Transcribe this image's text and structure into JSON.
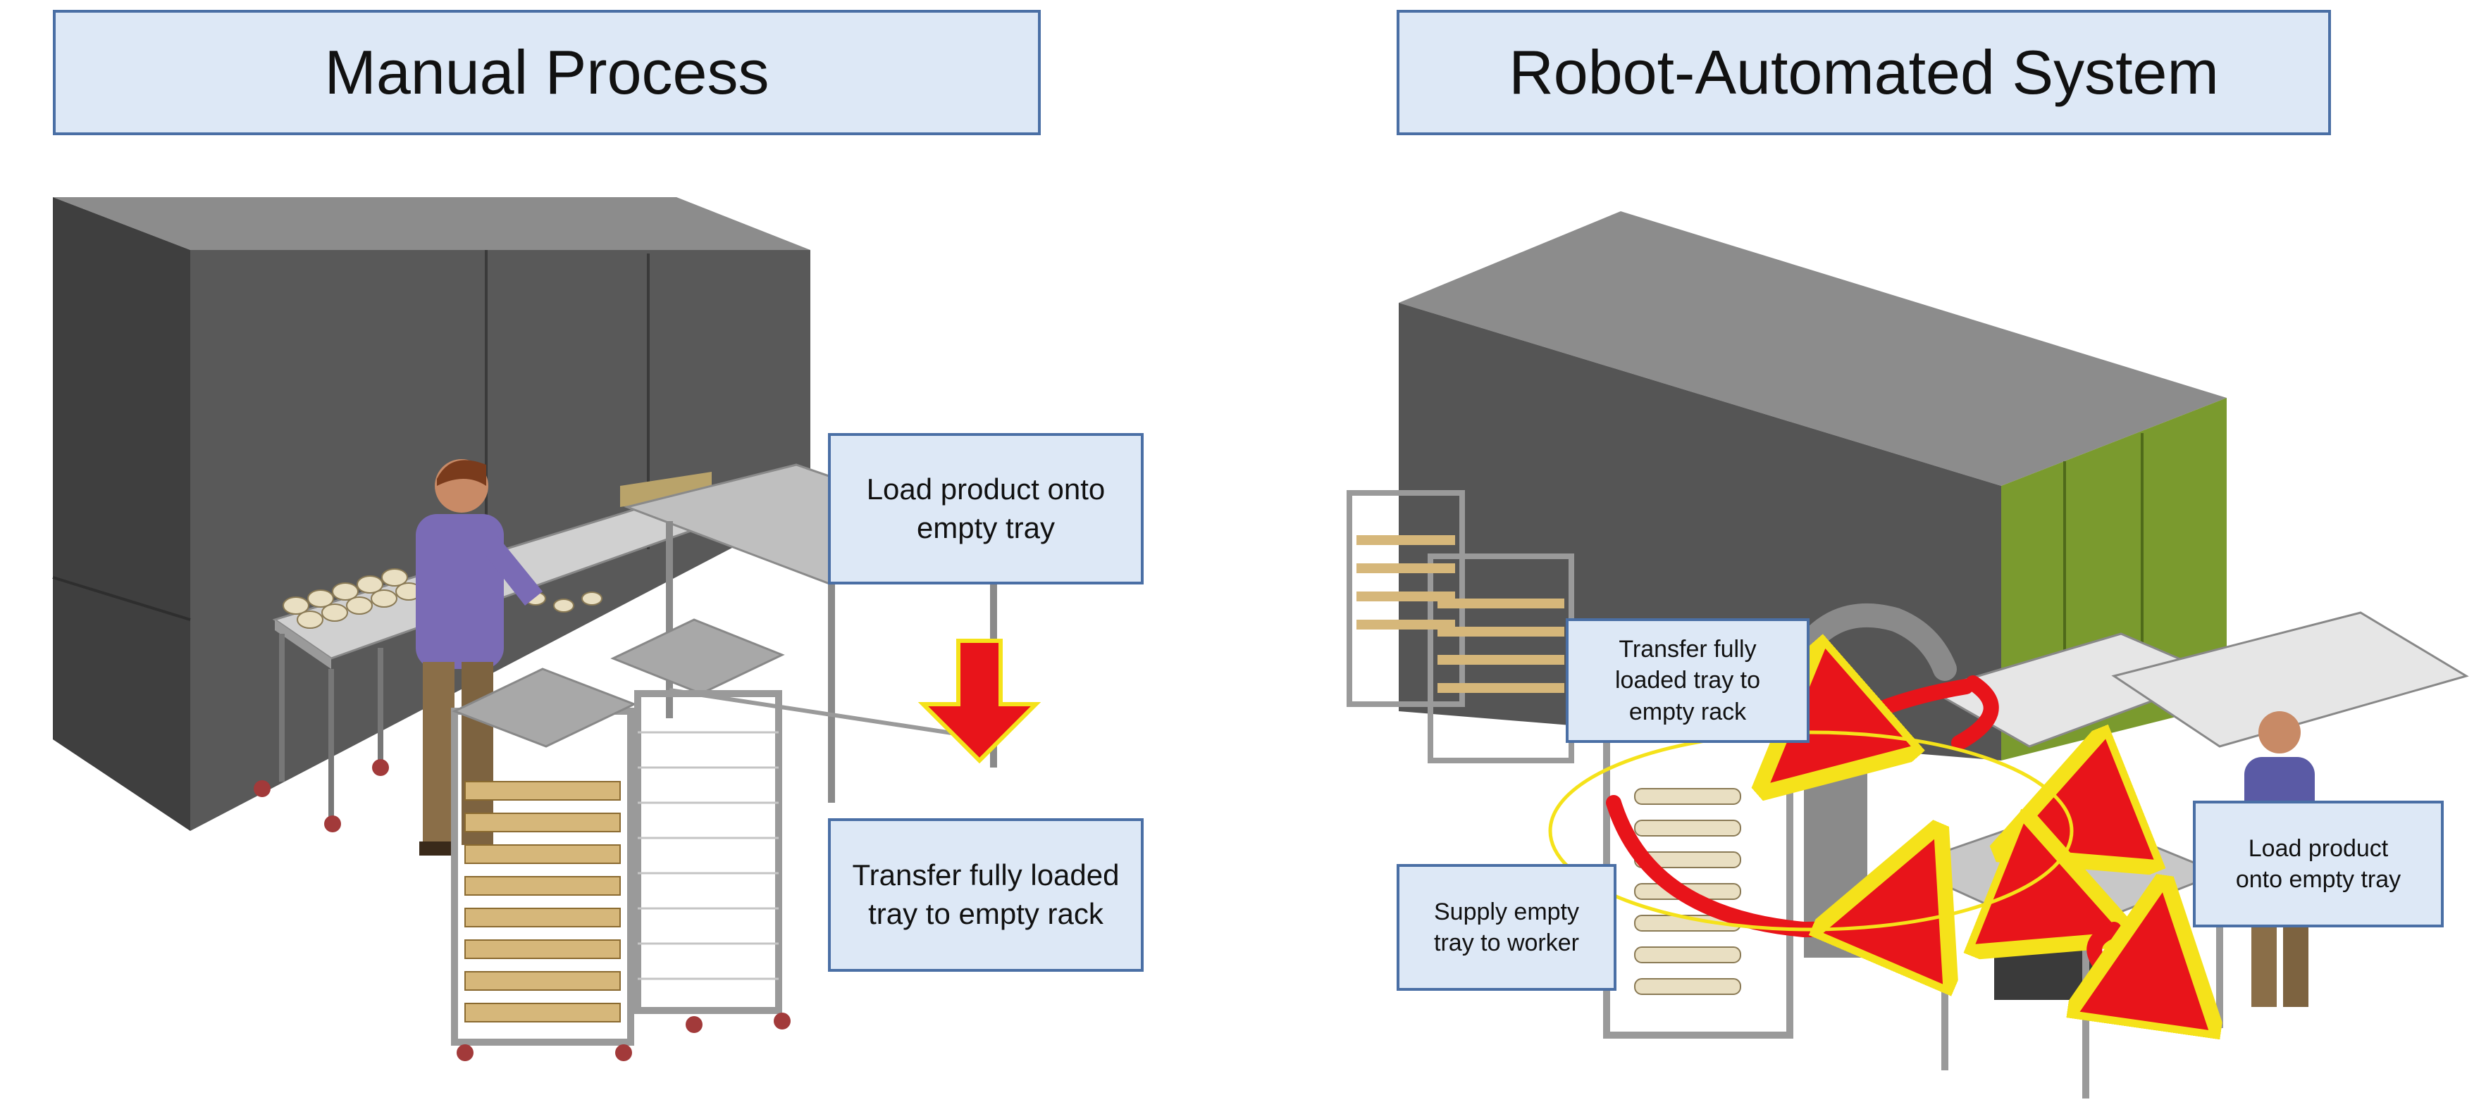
{
  "left_panel": {
    "title": "Manual Process",
    "callouts": {
      "load": "Load product onto\nempty tray",
      "transfer": "Transfer fully loaded\ntray to empty rack"
    }
  },
  "right_panel": {
    "title": "Robot-Automated System",
    "callouts": {
      "transfer": "Transfer fully\nloaded tray to\nempty rack",
      "supply": "Supply empty\ntray to worker",
      "load": "Load product\nonto empty tray"
    }
  },
  "colors": {
    "title_fill": "#dde8f6",
    "title_border": "#4a6fa5",
    "oven_gray": "#5a5a5a",
    "oven_green": "#7a9a2e",
    "arrow_red": "#e8141a",
    "arrow_yellow": "#f5e21a"
  }
}
